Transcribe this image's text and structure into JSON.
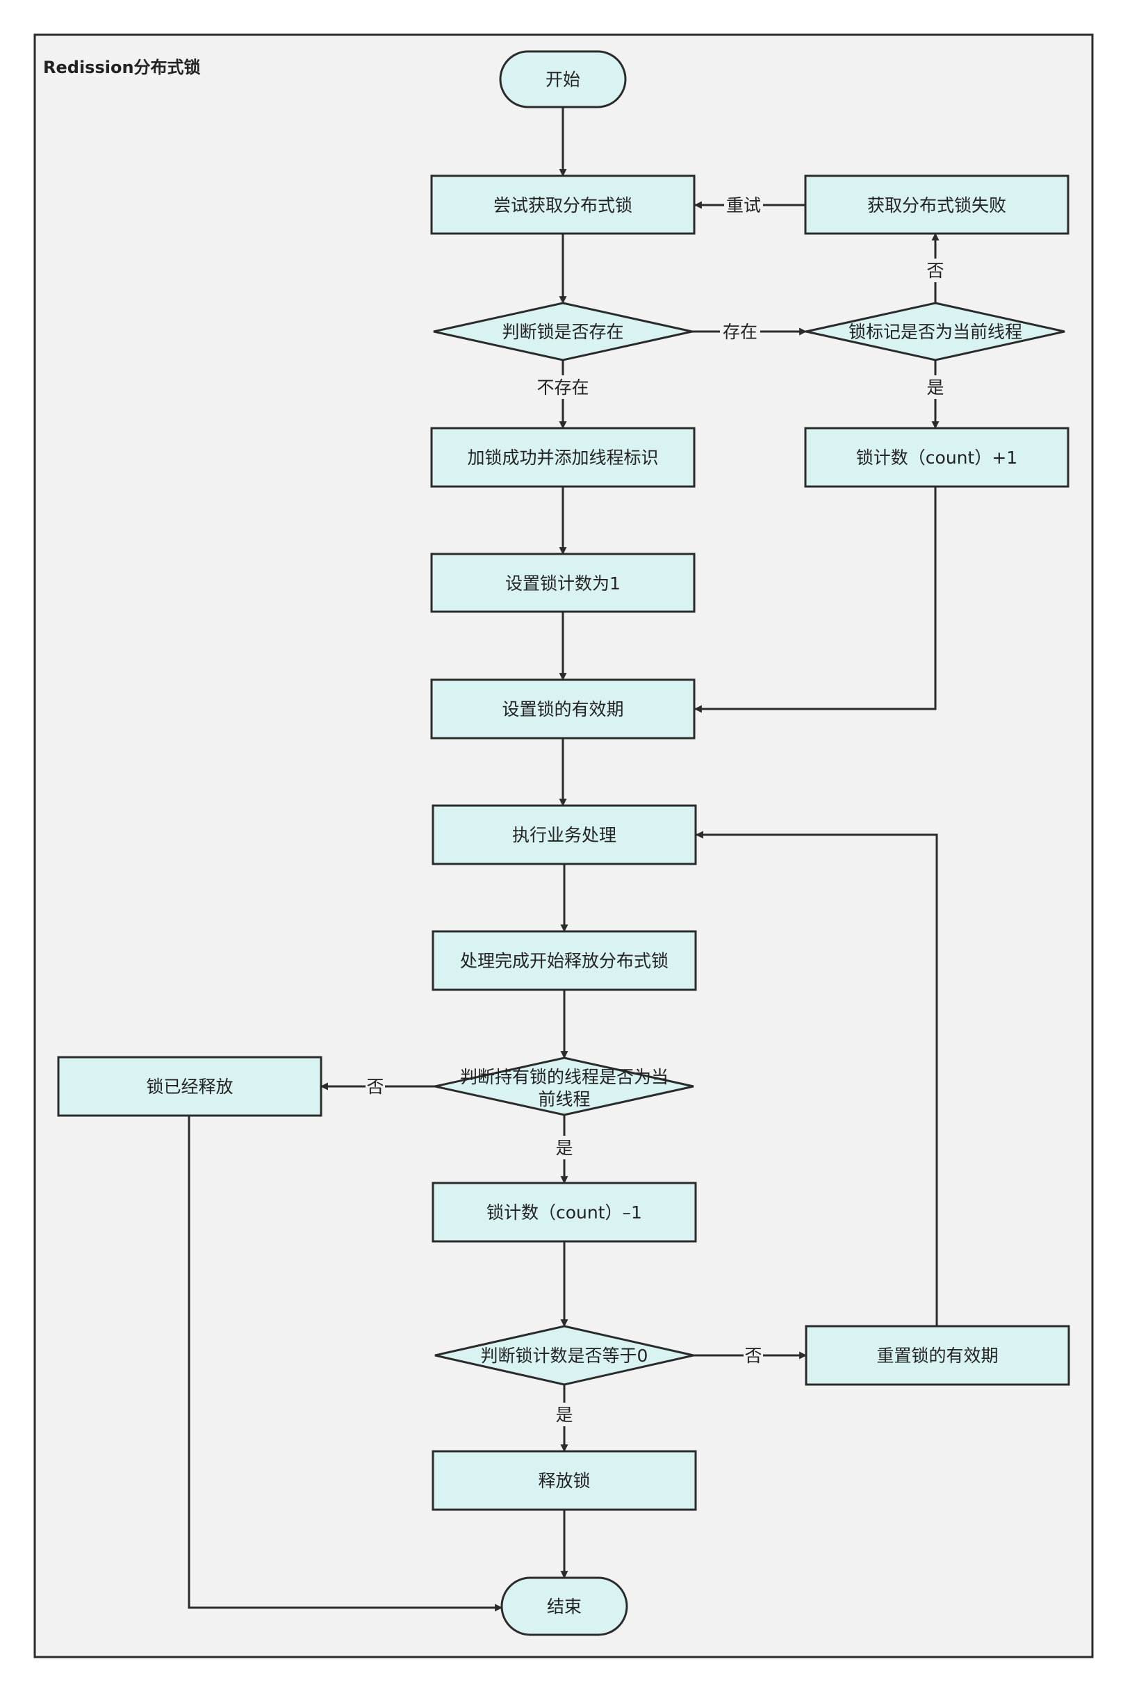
{
  "frame": {
    "title": "Redission分布式锁"
  },
  "colors": {
    "canvas": "#f2f2f2",
    "node_fill": "#d9f3f3",
    "stroke": "#2b2b2b",
    "text": "#222222"
  },
  "nodes": {
    "start": "开始",
    "try_acquire": "尝试获取分布式锁",
    "acquire_failed": "获取分布式锁失败",
    "lock_exists": "判断锁是否存在",
    "is_current_thread": "锁标记是否为当前线程",
    "lock_success": "加锁成功并添加线程标识",
    "count_plus": "锁计数（count）+1",
    "set_count_one": "设置锁计数为1",
    "set_expiry": "设置锁的有效期",
    "business": "执行业务处理",
    "start_release": "处理完成开始释放分布式锁",
    "lock_released": "锁已经释放",
    "holder_is_current": [
      "判断持有锁的线程是否为当",
      "前线程"
    ],
    "count_minus": "锁计数（count）–1",
    "count_is_zero": "判断锁计数是否等于0",
    "reset_expiry": "重置锁的有效期",
    "release": "释放锁",
    "end": "结束"
  },
  "edge_labels": {
    "retry": "重试",
    "no_current": "否",
    "exists": "存在",
    "not_exists": "不存在",
    "yes_current": "是",
    "holder_no": "否",
    "holder_yes": "是",
    "zero_no": "否",
    "zero_yes": "是"
  }
}
